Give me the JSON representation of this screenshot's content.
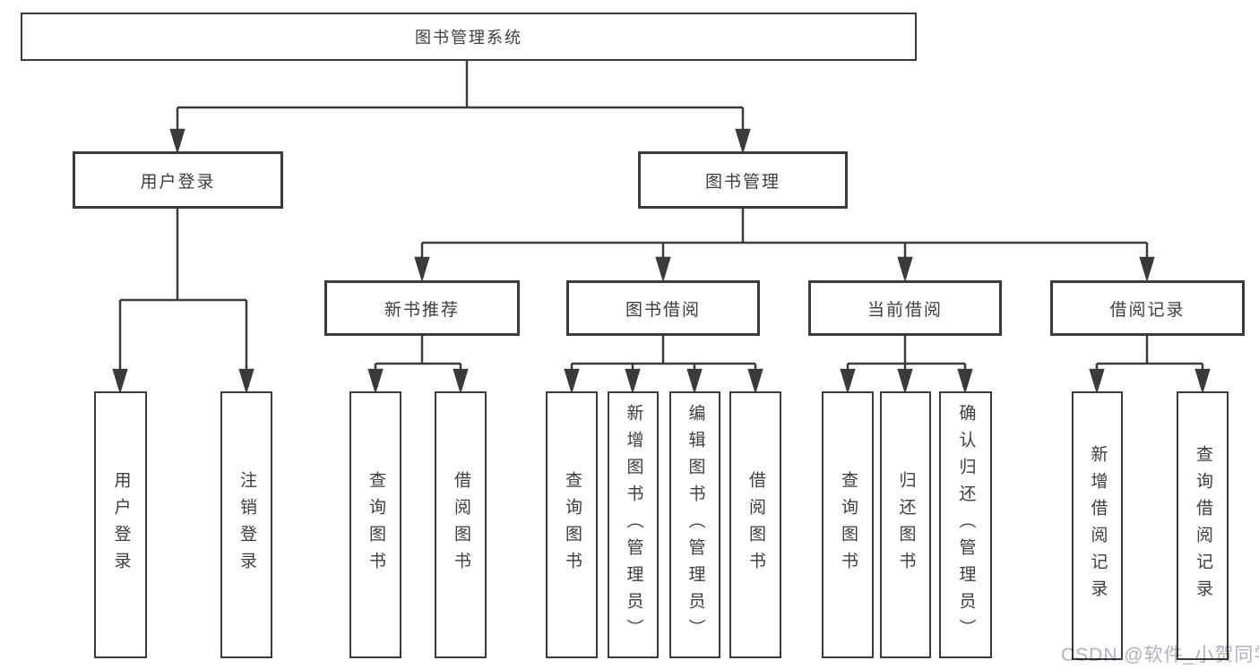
{
  "tree": {
    "label": "图书管理系统",
    "children": [
      {
        "label": "用户登录",
        "children": [
          {
            "label": "用户登录"
          },
          {
            "label": "注销登录"
          }
        ]
      },
      {
        "label": "图书管理",
        "children": [
          {
            "label": "新书推荐",
            "children": [
              {
                "label": "查询图书"
              },
              {
                "label": "借阅图书"
              }
            ]
          },
          {
            "label": "图书借阅",
            "children": [
              {
                "label": "查询图书"
              },
              {
                "label": "新增图书（管理员）"
              },
              {
                "label": "编辑图书（管理员）"
              },
              {
                "label": "借阅图书"
              }
            ]
          },
          {
            "label": "当前借阅",
            "children": [
              {
                "label": "查询图书"
              },
              {
                "label": "归还图书"
              },
              {
                "label": "确认归还（管理员）"
              }
            ]
          },
          {
            "label": "借阅记录",
            "children": [
              {
                "label": "新增借阅记录"
              },
              {
                "label": "查询借阅记录"
              }
            ]
          }
        ]
      }
    ]
  },
  "watermark": "CSDN @软件_小贺同学",
  "colors": {
    "line": "#3b3b3b",
    "text": "#3d3d3d",
    "box_bg": "#ffffff",
    "background": "#ffffff",
    "watermark": "#b2b2bb"
  }
}
